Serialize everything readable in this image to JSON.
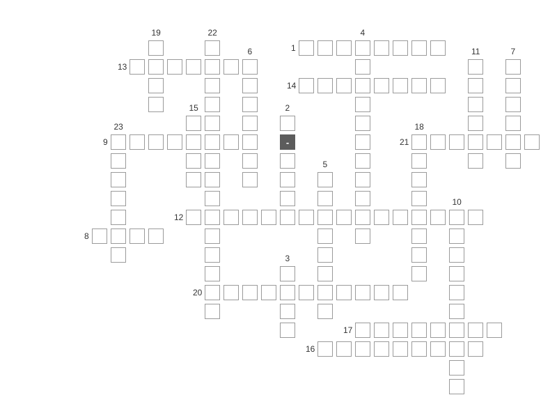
{
  "title": "",
  "colors": {
    "cell_border": "#9a9a9a",
    "filled_cell": "#5c5c5c",
    "number_text": "#333333",
    "background": "#ffffff"
  },
  "filled_cells": [
    {
      "row": 5,
      "col": 11,
      "char": "-"
    }
  ],
  "words": [
    {
      "number": "1",
      "direction": "across",
      "row": 0,
      "col": 12,
      "length": 8
    },
    {
      "number": "4",
      "direction": "down",
      "row": 0,
      "col": 15,
      "length": 11
    },
    {
      "number": "19",
      "direction": "down",
      "row": 0,
      "col": 4,
      "length": 4
    },
    {
      "number": "22",
      "direction": "down",
      "row": 0,
      "col": 7,
      "length": 15
    },
    {
      "number": "6",
      "direction": "down",
      "row": 1,
      "col": 9,
      "length": 7
    },
    {
      "number": "11",
      "direction": "down",
      "row": 1,
      "col": 21,
      "length": 6
    },
    {
      "number": "7",
      "direction": "down",
      "row": 1,
      "col": 23,
      "length": 6
    },
    {
      "number": "13",
      "direction": "across",
      "row": 1,
      "col": 3,
      "length": 7
    },
    {
      "number": "14",
      "direction": "across",
      "row": 2,
      "col": 12,
      "length": 8
    },
    {
      "number": "15",
      "direction": "down",
      "row": 4,
      "col": 6,
      "length": 4
    },
    {
      "number": "2",
      "direction": "down",
      "row": 4,
      "col": 11,
      "length": 5
    },
    {
      "number": "23",
      "direction": "down",
      "row": 5,
      "col": 2,
      "length": 7
    },
    {
      "number": "9",
      "direction": "across",
      "row": 5,
      "col": 2,
      "length": 7
    },
    {
      "number": "18",
      "direction": "down",
      "row": 5,
      "col": 18,
      "length": 8
    },
    {
      "number": "21",
      "direction": "across",
      "row": 5,
      "col": 18,
      "length": 7
    },
    {
      "number": "5",
      "direction": "down",
      "row": 7,
      "col": 13,
      "length": 8
    },
    {
      "number": "12",
      "direction": "across",
      "row": 9,
      "col": 6,
      "length": 16
    },
    {
      "number": "10",
      "direction": "down",
      "row": 9,
      "col": 20,
      "length": 10
    },
    {
      "number": "8",
      "direction": "across",
      "row": 10,
      "col": 1,
      "length": 4
    },
    {
      "number": "3",
      "direction": "down",
      "row": 12,
      "col": 11,
      "length": 4
    },
    {
      "number": "20",
      "direction": "across",
      "row": 13,
      "col": 7,
      "length": 11
    },
    {
      "number": "17",
      "direction": "across",
      "row": 15,
      "col": 15,
      "length": 8
    },
    {
      "number": "16",
      "direction": "across",
      "row": 16,
      "col": 13,
      "length": 9
    }
  ]
}
